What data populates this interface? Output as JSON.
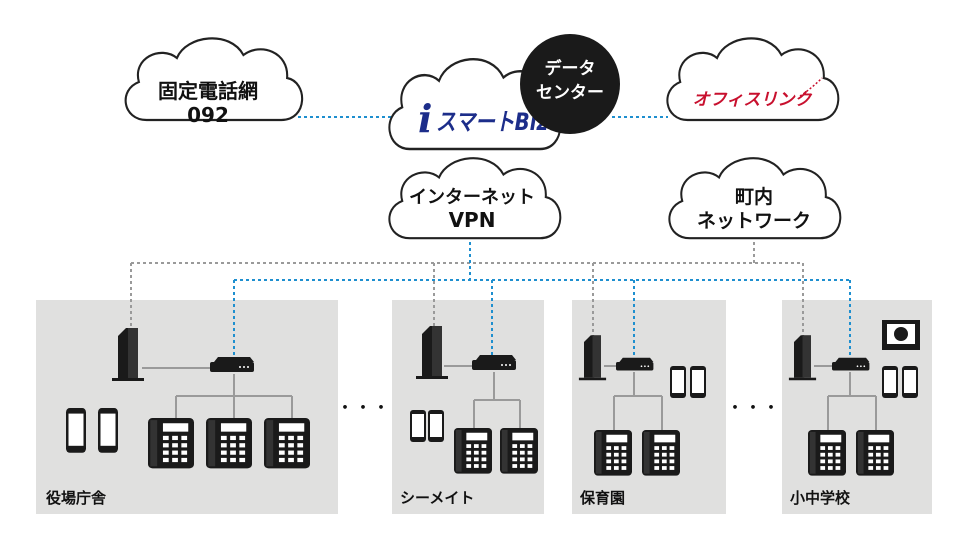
{
  "clouds": {
    "fixed_line": {
      "line1": "固定電話網",
      "line2": "092"
    },
    "ismart": {
      "brand_i": "i",
      "brand_rest": "スマートBiz"
    },
    "data_center": {
      "line1": "データ",
      "line2": "センター"
    },
    "office_link": {
      "label": "オフィスリンク"
    },
    "internet_vpn": {
      "line1": "インターネット",
      "line2": "VPN"
    },
    "town_network": {
      "line1": "町内",
      "line2": "ネットワーク"
    }
  },
  "sites": [
    {
      "label": "役場庁舎"
    },
    {
      "label": "シーメイト"
    },
    {
      "label": "保育園"
    },
    {
      "label": "小中学校"
    }
  ],
  "ellipsis": "・・・",
  "colors": {
    "panel": "#e0e0df",
    "device": "#1a1a1a",
    "vpn_line": "#1e8fcf",
    "lan_line": "#9a9a9a",
    "brand_blue": "#1c2d8a",
    "brand_red": "#c8102e"
  }
}
